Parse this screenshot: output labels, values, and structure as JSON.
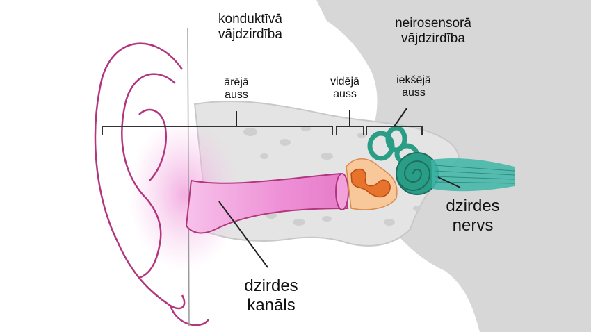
{
  "labels": {
    "conductive": {
      "line1": "konduktīvā",
      "line2": "vājdzirdība"
    },
    "sensorineural": {
      "line1": "neirosensorā",
      "line2": "vājdzirdība"
    },
    "outer_ear": {
      "line1": "ārējā",
      "line2": "auss"
    },
    "middle_ear": {
      "line1": "vidējā",
      "line2": "auss"
    },
    "inner_ear": {
      "line1": "iekšējā",
      "line2": "auss"
    },
    "auditory_nerve": {
      "line1": "dzirdes",
      "line2": "nervs"
    },
    "ear_canal": {
      "line1": "dzirdes",
      "line2": "kanāls"
    }
  },
  "colors": {
    "head_gray": "#d7d7d7",
    "bone": "#e4e4e4",
    "canal_pink": "#ee8fd6",
    "skin_pink": "#f6c7ea",
    "ear_outline": "#b2357e",
    "ossicle_orange": "#e8732d",
    "eardrum_peach": "#f8c89a",
    "cochlea_teal": "#2a9d86",
    "nerve_teal": "#3fb6a8"
  }
}
